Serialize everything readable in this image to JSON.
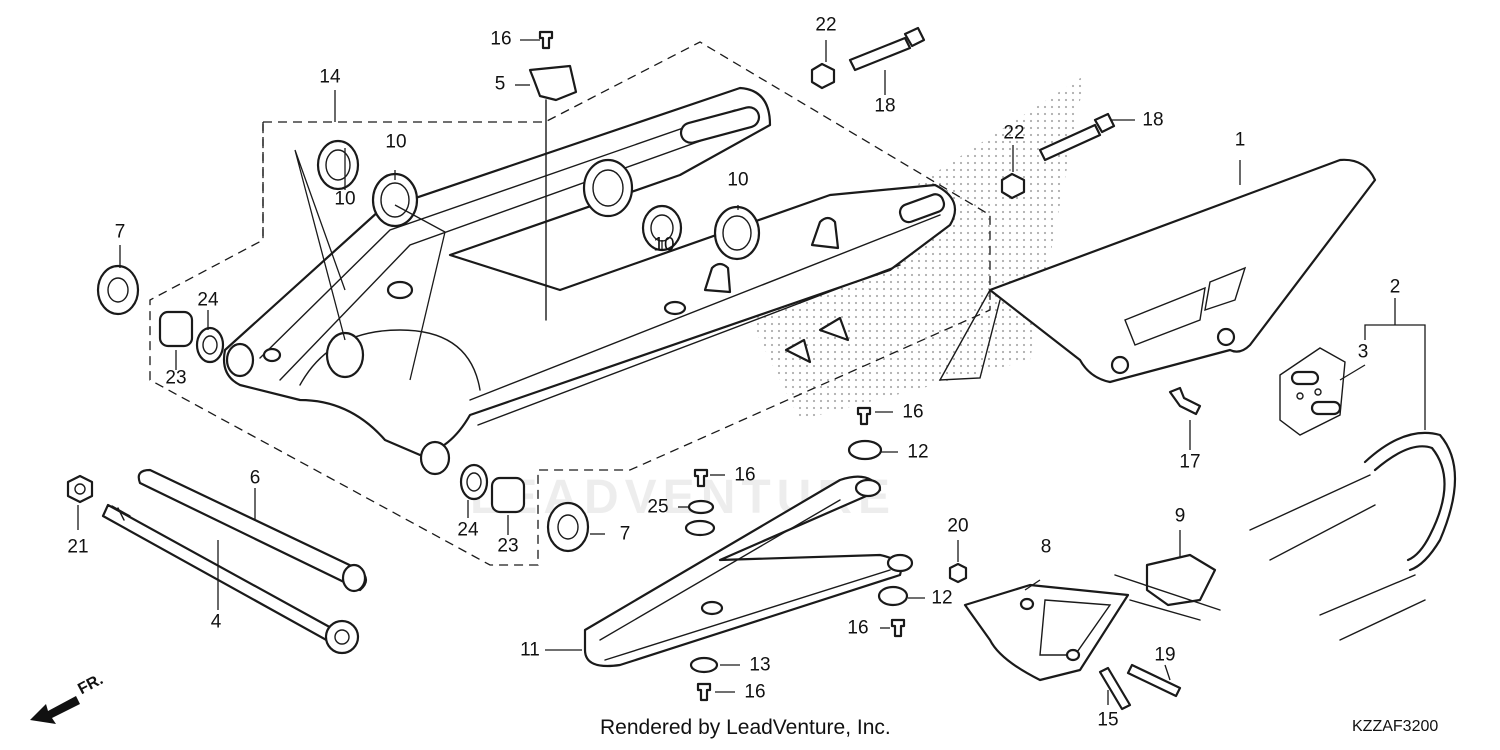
{
  "diagram": {
    "footer_text": "Rendered by LeadVenture, Inc.",
    "diagram_code": "KZZAF3200",
    "direction_label": "FR.",
    "watermark_text": "LEADVENTURE",
    "callouts": {
      "c1": "1",
      "c2": "2",
      "c3": "3",
      "c4": "4",
      "c5": "5",
      "c6": "6",
      "c7a": "7",
      "c7b": "7",
      "c8": "8",
      "c9": "9",
      "c10a": "10",
      "c10b": "10",
      "c10c": "10",
      "c10d": "10",
      "c11": "11",
      "c12a": "12",
      "c12b": "12",
      "c13": "13",
      "c14": "14",
      "c15": "15",
      "c16a": "16",
      "c16b": "16",
      "c16c": "16",
      "c16d": "16",
      "c16e": "16",
      "c17": "17",
      "c18a": "18",
      "c18b": "18",
      "c19": "19",
      "c20": "20",
      "c21": "21",
      "c22a": "22",
      "c22b": "22",
      "c23a": "23",
      "c23b": "23",
      "c24a": "24",
      "c24b": "24",
      "c25": "25"
    },
    "icons": [
      "swingarm",
      "chain-case",
      "drive-chain",
      "master-link",
      "pivot-bolt",
      "pivot-collar",
      "bearing",
      "dust-seal",
      "chain-slider",
      "rear-sprocket-guard",
      "bolt",
      "nut",
      "grommet",
      "washer",
      "direction-arrow"
    ]
  }
}
